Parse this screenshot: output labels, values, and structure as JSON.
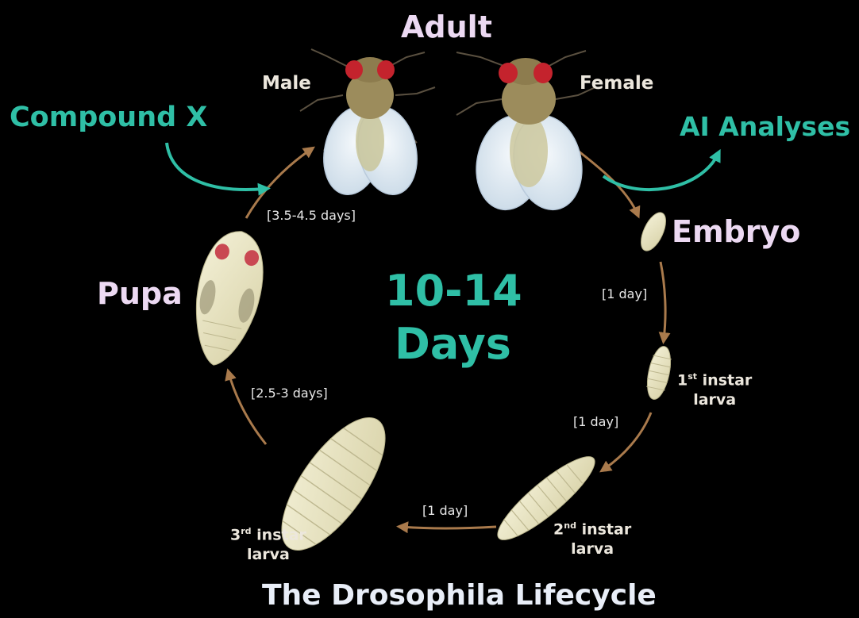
{
  "title": "The Drosophila Lifecycle",
  "center": {
    "line1": "10-14",
    "line2": "Days"
  },
  "stages": {
    "adult": "Adult",
    "male": "Male",
    "female": "Female",
    "embryo": "Embryo",
    "pupa": "Pupa",
    "instar1": {
      "num": "1",
      "sup": "st",
      "word": "instar",
      "line2": "larva"
    },
    "instar2": {
      "num": "2",
      "sup": "nd",
      "word": "instar",
      "line2": "larva"
    },
    "instar3": {
      "num": "3",
      "sup": "rd",
      "word": "instar",
      "line2": "larva"
    }
  },
  "durations": {
    "pupa_to_adult": "[3.5-4.5 days]",
    "embryo_to_l1": "[1 day]",
    "l1_to_l2": "[1 day]",
    "l2_to_l3": "[1 day]",
    "l3_to_pupa": "[2.5-3 days]"
  },
  "external": {
    "input": "Compound X",
    "output": "AI Analyses"
  },
  "colors": {
    "stage_text": "#ecd9f2",
    "teal": "#2fbfa6",
    "cycle_arrow": "#a97a4c",
    "body": "#e8e4c4"
  }
}
